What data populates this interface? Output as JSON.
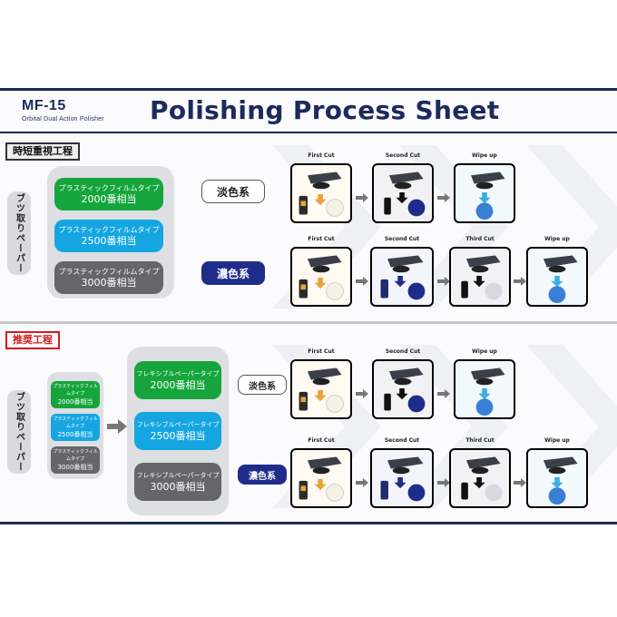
{
  "header": {
    "model": "MF-15",
    "model_sub": "Orbital Dual Action Polisher",
    "title": "Polishing Process Sheet"
  },
  "sections": {
    "time": {
      "tag": "時短重視工程",
      "side_label": "ブツ取りペーパー",
      "films": [
        {
          "line1": "プラスティックフィルムタイプ",
          "line2": "2000番相当"
        },
        {
          "line1": "プラスティックフィルムタイプ",
          "line2": "2500番相当"
        },
        {
          "line1": "プラスティックフィルムタイプ",
          "line2": "3000番相当"
        }
      ],
      "light_label": "淡色系",
      "dark_label": "濃色系"
    },
    "recommended": {
      "tag": "推奨工程",
      "side_label": "ブツ取りペーパー",
      "films": [
        {
          "line1": "プラスティックフィルムタイプ",
          "line2": "2000番相当"
        },
        {
          "line1": "プラスティックフィルムタイプ",
          "line2": "2500番相当"
        },
        {
          "line1": "プラスティックフィルムタイプ",
          "line2": "3000番相当"
        }
      ],
      "flex": [
        {
          "line1": "フレキシブルペーパータイプ",
          "line2": "2000番相当"
        },
        {
          "line1": "フレキシブルペーパータイプ",
          "line2": "2500番相当"
        },
        {
          "line1": "フレキシブルペーパータイプ",
          "line2": "3000番相当"
        }
      ],
      "light_label": "淡色系",
      "dark_label": "濃色系"
    }
  },
  "steps": {
    "first_cut": "First Cut",
    "second_cut": "Second Cut",
    "third_cut": "Third Cut",
    "wipe_up": "Wipe up"
  },
  "colors": {
    "navy": "#1d2a5c",
    "green": "#15a53c",
    "cyan": "#15a6e2",
    "gray": "#666669",
    "orange": "#e8a33b",
    "sky": "#3dafe0",
    "red": "#d21b1b"
  }
}
